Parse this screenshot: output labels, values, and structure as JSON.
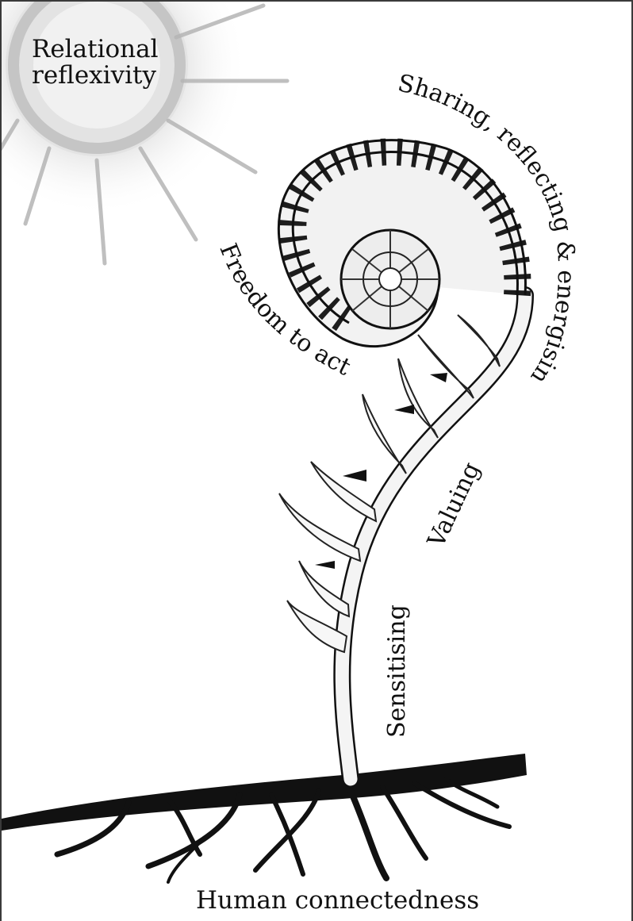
{
  "labels": {
    "sun": [
      "Relational",
      "reflexivity"
    ],
    "upper_arc": "Sharing, reflecting & energising",
    "left_arc": "Freedom to act",
    "valuing": "Valuing",
    "sensitising": "Sensitising",
    "roots": "Human connectedness"
  },
  "colors": {
    "ink": "#111111",
    "sun": "#c9c9c9",
    "sun_light": "#e6e6e6",
    "stem": "#f4f4f4",
    "frame": "#3a3a3a"
  }
}
